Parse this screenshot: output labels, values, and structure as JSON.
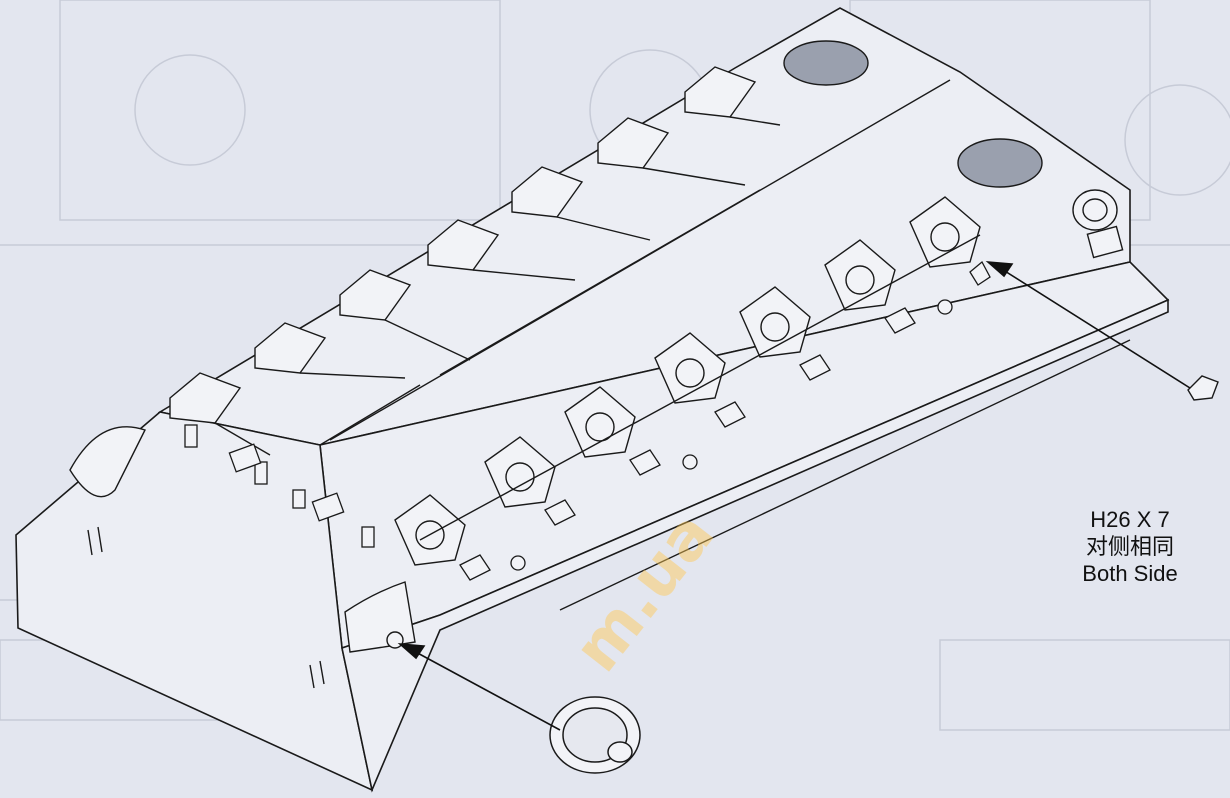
{
  "callout": {
    "part_count": "H26 X 7",
    "note_zh": "对侧相同",
    "note_en": "Both Side"
  },
  "watermark": {
    "text": "m.ua"
  },
  "colors": {
    "background": "#e3e6ef",
    "line": "#1a1a1a",
    "part_fill": "#f2f3f7",
    "watermark": "#ffc850"
  },
  "diagram": {
    "top_suspension_units": 7,
    "lower_hubs": 7,
    "side_brackets": 6
  }
}
